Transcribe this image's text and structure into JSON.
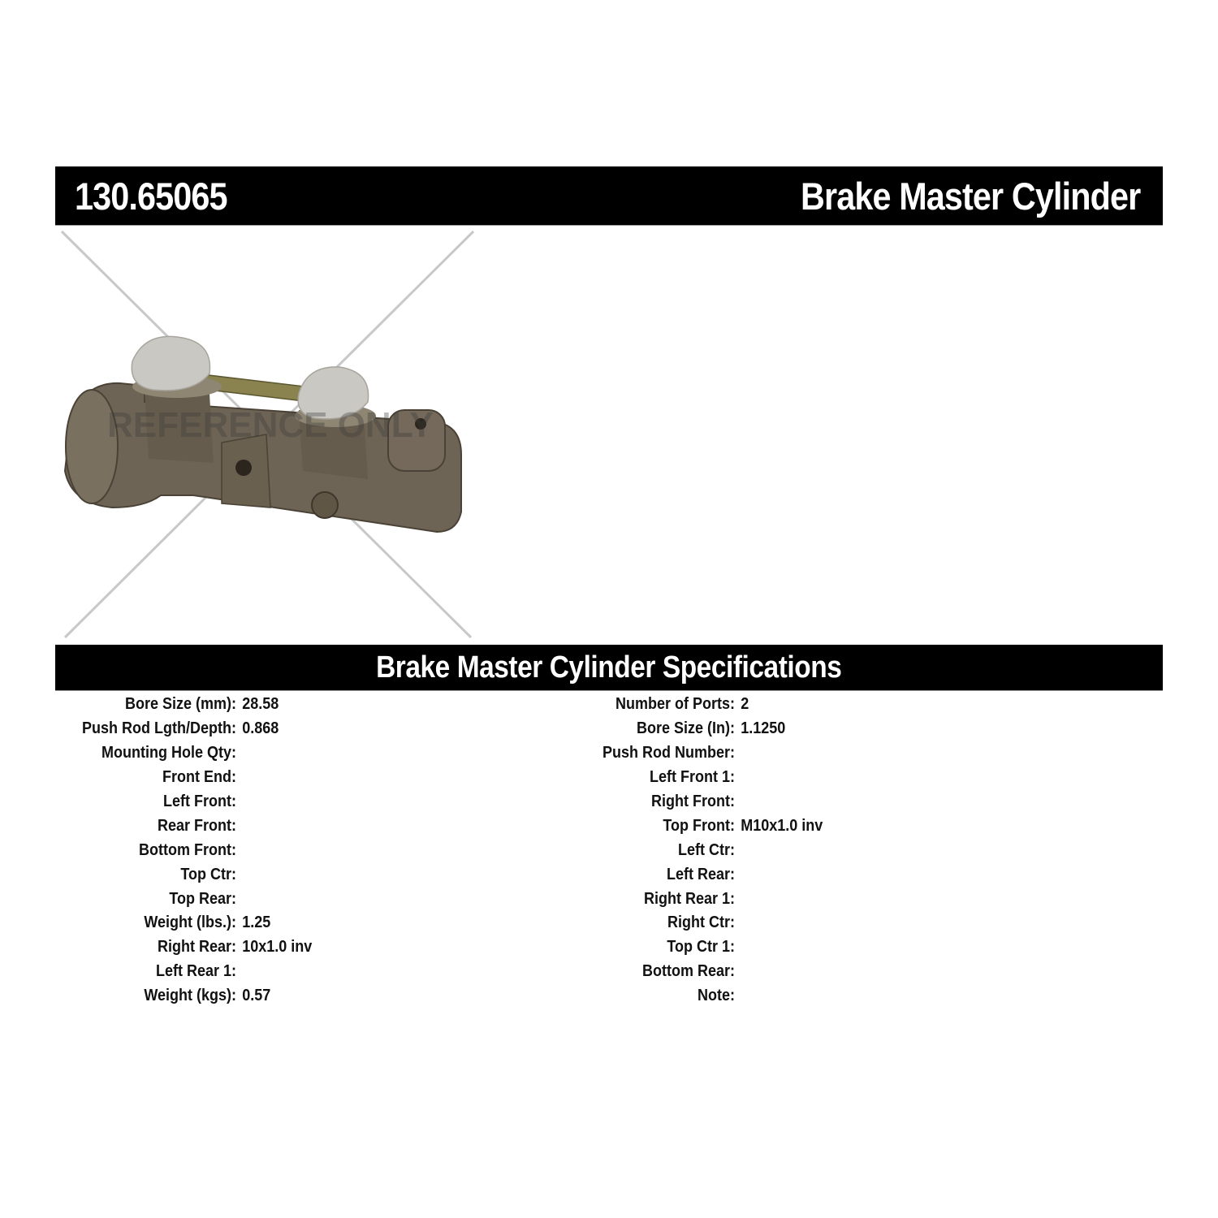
{
  "header": {
    "part_number": "130.65065",
    "product_name": "Brake Master Cylinder"
  },
  "image": {
    "subject": "brake master cylinder product photo",
    "watermark": "REFERENCE ONLY"
  },
  "specifications": {
    "title": "Brake Master Cylinder Specifications",
    "left": [
      {
        "label": "Bore Size (mm):",
        "value": "28.58"
      },
      {
        "label": "Push Rod Lgth/Depth:",
        "value": "0.868"
      },
      {
        "label": "Mounting Hole Qty:",
        "value": ""
      },
      {
        "label": "Front End:",
        "value": ""
      },
      {
        "label": "Left Front:",
        "value": ""
      },
      {
        "label": "Rear Front:",
        "value": ""
      },
      {
        "label": "Bottom Front:",
        "value": ""
      },
      {
        "label": "Top Ctr:",
        "value": ""
      },
      {
        "label": "Top Rear:",
        "value": ""
      },
      {
        "label": "Weight (lbs.):",
        "value": "1.25"
      },
      {
        "label": "Right Rear:",
        "value": "10x1.0 inv"
      },
      {
        "label": "Left Rear 1:",
        "value": ""
      },
      {
        "label": "Weight (kgs):",
        "value": "0.57"
      }
    ],
    "right": [
      {
        "label": "Number of Ports:",
        "value": "2"
      },
      {
        "label": "Bore Size (In):",
        "value": "1.1250"
      },
      {
        "label": "Push Rod Number:",
        "value": ""
      },
      {
        "label": "Left Front 1:",
        "value": ""
      },
      {
        "label": "Right Front:",
        "value": ""
      },
      {
        "label": "Top Front:",
        "value": "M10x1.0 inv"
      },
      {
        "label": "Left Ctr:",
        "value": ""
      },
      {
        "label": "Left Rear:",
        "value": ""
      },
      {
        "label": "Right Rear 1:",
        "value": ""
      },
      {
        "label": "Right Ctr:",
        "value": ""
      },
      {
        "label": "Top Ctr 1:",
        "value": ""
      },
      {
        "label": "Bottom Rear:",
        "value": ""
      },
      {
        "label": "Note:",
        "value": ""
      }
    ]
  },
  "colors": {
    "bar_background": "#000000",
    "bar_text": "#ffffff",
    "body_text": "#111111",
    "cylinder_metal": "#6e6455",
    "cap_plastic": "#c9c8c2",
    "strap": "#8a8350"
  }
}
